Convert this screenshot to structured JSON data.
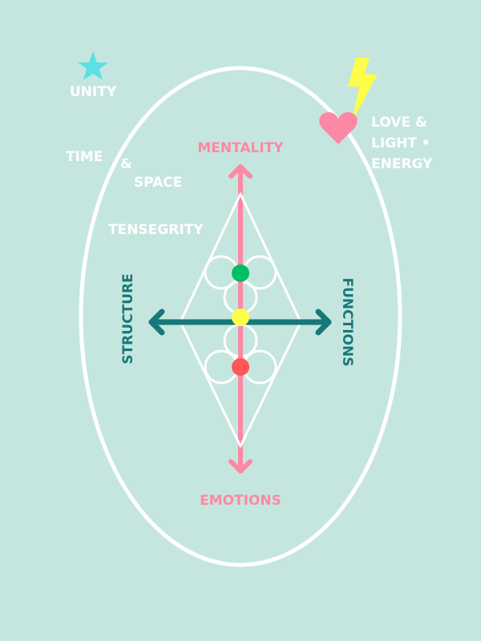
{
  "labels": {
    "unity": "UNITY",
    "time": "TIME",
    "amp": "&",
    "space": "SPACE",
    "tensegrity": "TENSEGRITY",
    "mentality": "MENTALITY",
    "emotions": "EMOTIONS",
    "structure": "STRUCTURE",
    "functions": "FUNCTIONS",
    "love_line1": "LOVE &",
    "love_line2": "LIGHT •",
    "love_line3": "ENERGY"
  },
  "colors": {
    "background": "#c5e6de",
    "pink": "#fd88a5",
    "teal": "#17787a",
    "star": "#5ce0e6",
    "bolt": "#fdfd4a",
    "green": "#00bf63",
    "yellow": "#fdfd4a",
    "red": "#ff5757"
  }
}
